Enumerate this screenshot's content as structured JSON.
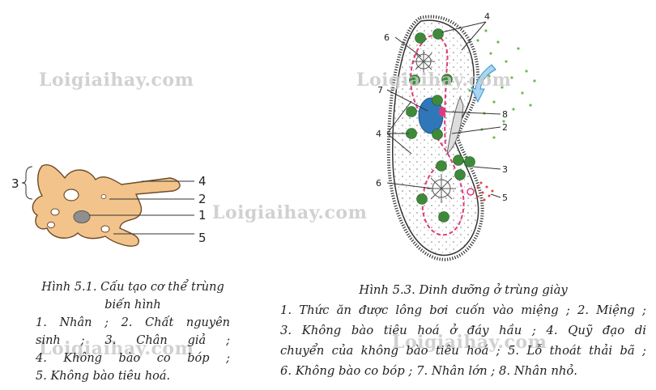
{
  "watermark": "Loigiaihay.com",
  "figure1": {
    "labels": {
      "l1": "1",
      "l2": "2",
      "l3": "3",
      "l4": "4",
      "l5": "5"
    },
    "caption_title": "Hình 5.1. Cấu tạo cơ thể trùng biến hình",
    "caption_lines": [
      "1. Nhân ; 2. Chất nguyên",
      "sinh ; 3. Chân giả ;",
      "4. Không bào co bóp ;",
      "5. Không bào tiêu hoá."
    ]
  },
  "figure2": {
    "labels": {
      "l4a": "4",
      "l6a": "6",
      "l7": "7",
      "l8": "8",
      "l2": "2",
      "l4b": "4",
      "l3": "3",
      "l6b": "6",
      "l5": "5"
    },
    "caption_title": "Hình 5.3. Dinh dưỡng ở trùng giày",
    "caption_lines": [
      "1. Thức ăn được lông bơi cuốn vào miệng ; 2. Miệng ;",
      "3. Không bào tiêu hoá ở đáy hầu ; 4. Quỹ đạo di",
      "chuyển của không bào tiêu hoá ; 5. Lỗ thoát thải bã ;",
      "6. Không bào co bóp ; 7. Nhân lớn ; 8. Nhân nhỏ."
    ]
  },
  "colors": {
    "amoeba_fill": "#f2c48b",
    "amoeba_stroke": "#6e4a28",
    "vacuole_green": "#3f8a3a",
    "nucleus_blue": "#2f77b8",
    "pink": "#e0397a",
    "arrow_blue": "#6eb8e6",
    "food_dots_green": "#6dbb4a",
    "waste_red": "#e0403a"
  }
}
